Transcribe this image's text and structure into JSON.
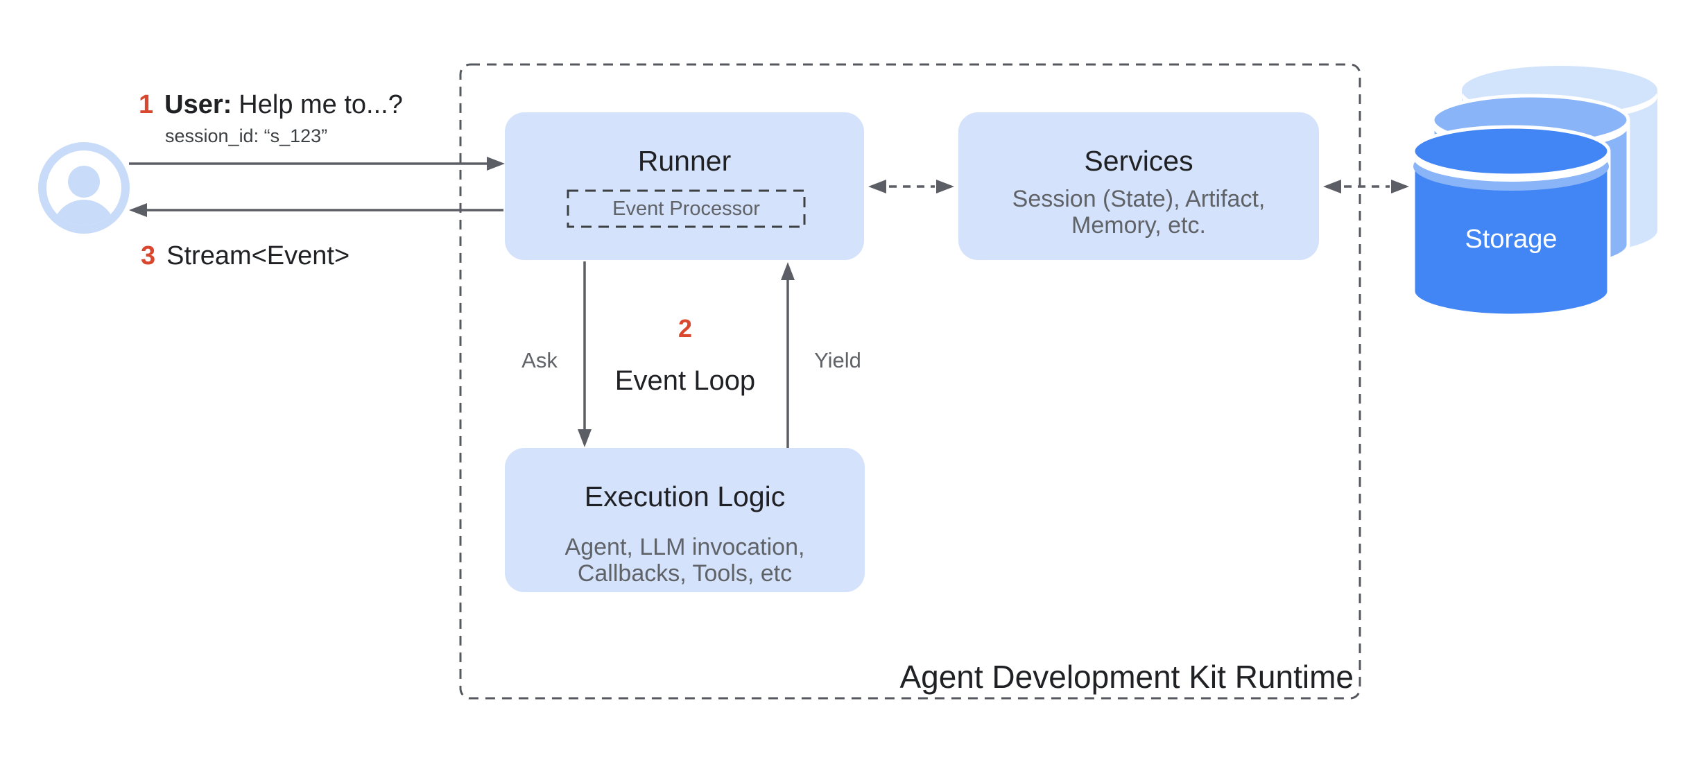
{
  "colors": {
    "box_fill": "#d5e2fb",
    "avatar_blue": "#c8dbf9",
    "line_gray": "#5b5e64",
    "border_gray": "#55585e",
    "ep_border": "#3c4043",
    "text_dark": "#202124",
    "text_gray": "#5f6368",
    "accent_red": "#d9472e",
    "storage_front": "#4285f4",
    "storage_mid": "#8ab4f8",
    "storage_back": "#d2e3fc"
  },
  "messages": {
    "step1_num": "1",
    "step1_bold": "User:",
    "step1_rest": "Help me to...?",
    "session_id": "session_id: “s_123”",
    "step3_num": "3",
    "step3_text": "Stream<Event>"
  },
  "runtime": {
    "label": "Agent Development Kit Runtime",
    "runner": {
      "title": "Runner",
      "event_processor": "Event Processor"
    },
    "services": {
      "title": "Services",
      "sub1": "Session (State), Artifact,",
      "sub2": "Memory, etc."
    },
    "execution": {
      "title": "Execution Logic",
      "sub1": "Agent, LLM invocation,",
      "sub2": "Callbacks, Tools, etc"
    },
    "event_loop": {
      "num": "2",
      "label": "Event Loop",
      "ask_label": "Ask",
      "yield_label": "Yield"
    }
  },
  "storage": {
    "label": "Storage"
  },
  "icons": {
    "user": "user-avatar-icon",
    "storage": "storage-database-icon"
  }
}
